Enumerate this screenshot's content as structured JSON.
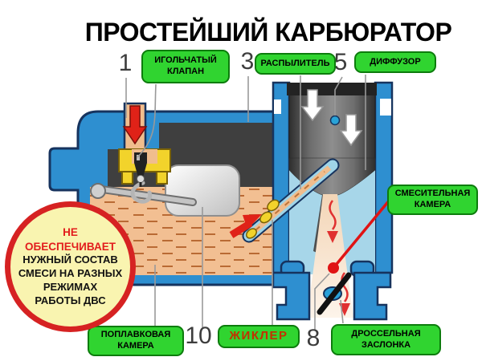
{
  "slide": {
    "title": "ПРОСТЕЙШИЙ КАРБЮРАТОР"
  },
  "callouts": {
    "needle_valve": {
      "line1": "ИГОЛЬЧАТЫЙ",
      "line2": "КЛАПАН"
    },
    "sprayer": {
      "text": "РАСПЫЛИТЕЛЬ"
    },
    "diffuser": {
      "text": "ДИФФУЗОР"
    },
    "mixing_chamber": {
      "line1": "СМЕСИТЕЛЬНАЯ",
      "line2": "КАМЕРА"
    },
    "float_chamber": {
      "line1": "ПОПЛАВКОВАЯ",
      "line2": "КАМЕРА"
    },
    "jet": {
      "text": "ЖИКЛЕР"
    },
    "throttle": {
      "line1": "ДРОССЕЛЬНАЯ",
      "line2": "ЗАСЛОНКА"
    }
  },
  "numbers": {
    "n1": "1",
    "n3": "3",
    "n5": "5",
    "n8": "8",
    "n10": "10"
  },
  "note": {
    "red_lines": [
      "НЕ",
      "ОБЕСПЕЧИВАЕТ"
    ],
    "black_lines": [
      "НУЖНЫЙ СОСТАВ",
      "СМЕСИ НА РАЗНЫХ",
      "РЕЖИМАХ",
      "РАБОТЫ ДВС"
    ]
  },
  "colors": {
    "label_green": "#30d430",
    "body_blue": "#2e8fd0",
    "outline_navy": "#16335e",
    "fuel_peach": "#f2bf92",
    "valve_yellow": "#f2d32b",
    "accent_red": "#e02218",
    "note_fill_yellow": "#f9f4b0",
    "jet_text_red": "#c33000",
    "mixture_cream": "#f7e2c9",
    "venturi_light_blue": "#a7d6e9"
  }
}
